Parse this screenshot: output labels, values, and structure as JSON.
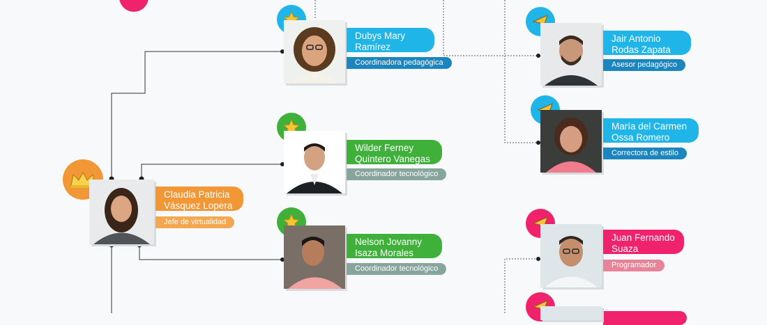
{
  "colors": {
    "blue": "#1fb5e9",
    "blue_dark": "#1b85bf",
    "green": "#3fb13a",
    "gray_green": "#87a59c",
    "orange": "#f29735",
    "orange_light": "#f4a74f",
    "pink": "#f0226b",
    "pink_light": "#e8849a"
  },
  "people": [
    {
      "name": "Dubys Mary Ramírez Jiménez",
      "role": "Coordinadora pedagógica",
      "badge": "star-icon"
    },
    {
      "name": "Jair Antonio Rodas Zapata",
      "role": "Asesor pedagógico",
      "badge": "paper-plane-icon"
    },
    {
      "name": "María del Carmen Ossa Romero",
      "role": "Correctora de estilo",
      "badge": "paper-plane-icon"
    },
    {
      "name": "Wilder Ferney Quintero Vanegas",
      "role": "Coordinador tecnológico",
      "badge": "star-icon"
    },
    {
      "name": "Claudia Patricia Vásquez Lopera",
      "role": "Jefe de virtualidad",
      "badge": "crown-icon"
    },
    {
      "name": "Nelson Jovanny Isaza Morales",
      "role": "Coordinador tecnológico",
      "badge": "star-icon"
    },
    {
      "name": "Juan Fernando Suaza Restrepo",
      "role": "Programador",
      "badge": "paper-plane-icon"
    }
  ]
}
